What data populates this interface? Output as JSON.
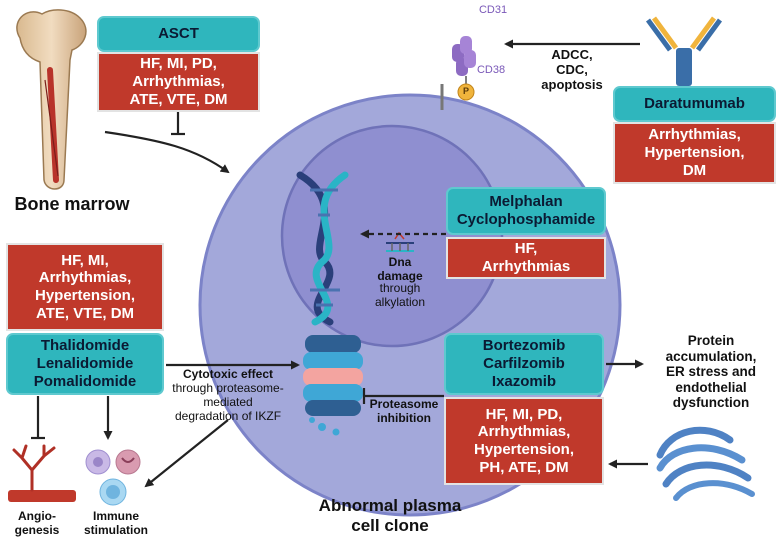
{
  "asct": {
    "title": "ASCT",
    "effects": "HF, MI, PD,\nArrhythmias,\nATE, VTE, DM"
  },
  "bone_marrow": "Bone marrow",
  "cd31": "CD31",
  "cd38": "CD38",
  "p_badge": "P",
  "adcc": "ADCC,\nCDC,\napoptosis",
  "daratumumab": {
    "title": "Daratumumab",
    "effects": "Arrhythmias,\nHypertension,\nDM"
  },
  "melphalan": {
    "title": "Melphalan\nCyclophosphamide",
    "effects": "HF,\nArrhythmias"
  },
  "dna_damage": {
    "bold": "Dna\ndamage",
    "rest": "through\nalkylation"
  },
  "imids": {
    "effects": "HF, MI,\nArrhythmias,\nHypertension,\nATE, VTE, DM",
    "title": "Thalidomide\nLenalidomide\nPomalidomide"
  },
  "cytotoxic": {
    "bold": "Cytotoxic effect",
    "rest": "through proteasome-\nmediated\ndegradation of IKZF"
  },
  "pis": {
    "title": "Bortezomib\nCarfilzomib\nIxazomib",
    "effects": "HF, MI, PD,\nArrhythmias,\nHypertension,\nPH, ATE, DM"
  },
  "proteasome_inhibition": "Proteasome\ninhibition",
  "protein_accum": "Protein\naccumulation,\nER stress and\nendothelial\ndysfunction",
  "angiogenesis": "Angio-\ngenesis",
  "immune": "Immune\nstimulation",
  "clone_label": "Abnormal plasma\ncell clone"
}
